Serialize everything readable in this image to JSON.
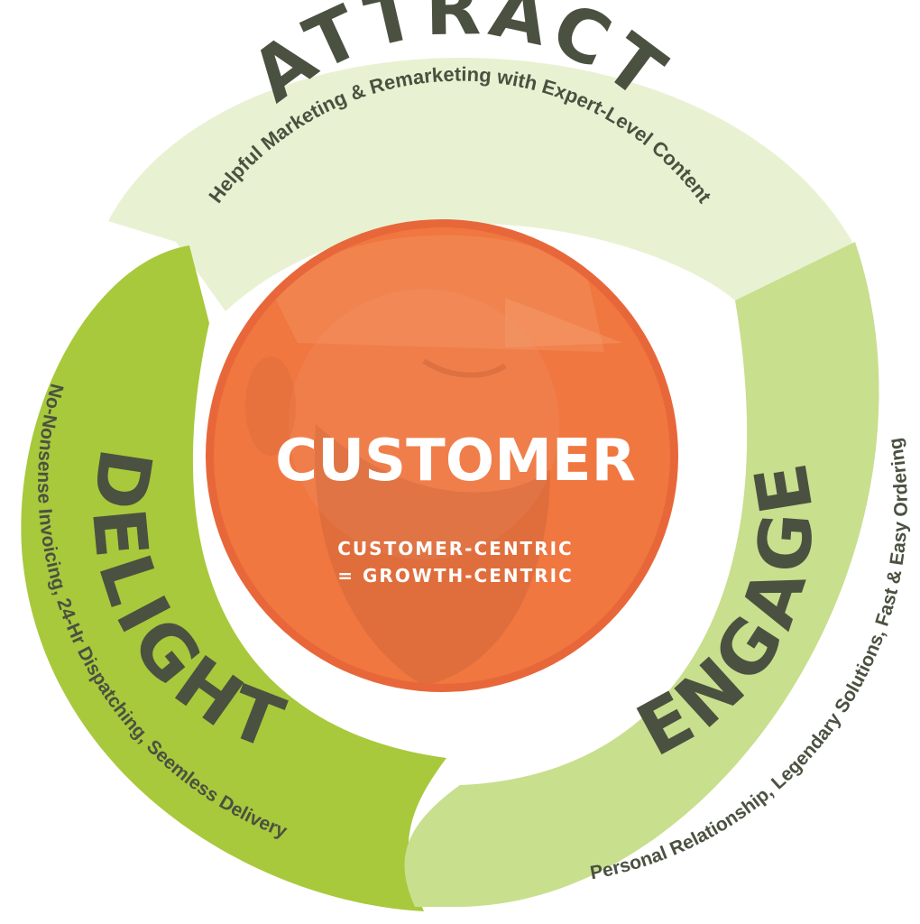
{
  "colors": {
    "attract": "#e8f2d2",
    "engage": "#c8df8e",
    "delight": "#a8c93c",
    "text": "#4b5140",
    "center": "#f07740",
    "center_ring": "#e8673a"
  },
  "segments": {
    "attract": {
      "title": "ATTRACT",
      "subtitle": "Helpful Marketing & Remarketing with Expert-Level Content"
    },
    "engage": {
      "title": "ENGAGE",
      "subtitle": "Personal Relationship, Legendary Solutions, Fast & Easy Ordering"
    },
    "delight": {
      "title": "DELIGHT",
      "subtitle": "No-Nonsense Invoicing, 24-Hr Dispatching, Seemless Delivery"
    }
  },
  "center": {
    "title": "CUSTOMER",
    "subtitle_line1": "CUSTOMER-CENTRIC",
    "subtitle_line2": "= GROWTH-CENTRIC",
    "photo": "bearded-man-hard-hat-photo"
  }
}
